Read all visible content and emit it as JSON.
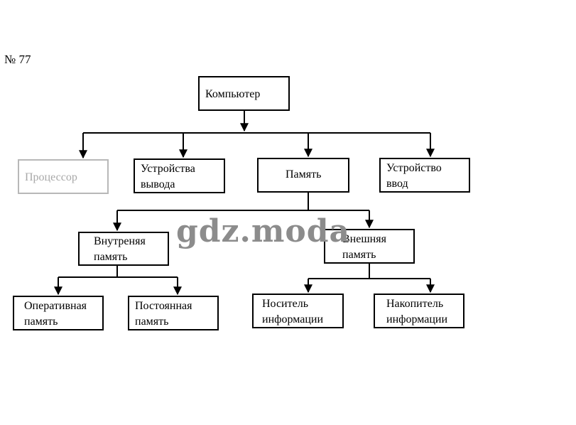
{
  "exercise_label": "№ 77",
  "watermark": "gdz.moda",
  "nodes": {
    "computer": "Компьютер",
    "processor": "Процессор",
    "output_devices": "Устройства вывода",
    "memory": "Память",
    "input_devices": "Устройство ввод",
    "internal_memory": "Внутреняя память",
    "external_memory": "Внешняя память",
    "ram": "Оперативная память",
    "rom": "Постоянная память",
    "storage_media": "Носитель информации",
    "storage_drive": "Накопитель информации"
  },
  "colors": {
    "line": "#000000",
    "faded": "#b8b8b8"
  }
}
